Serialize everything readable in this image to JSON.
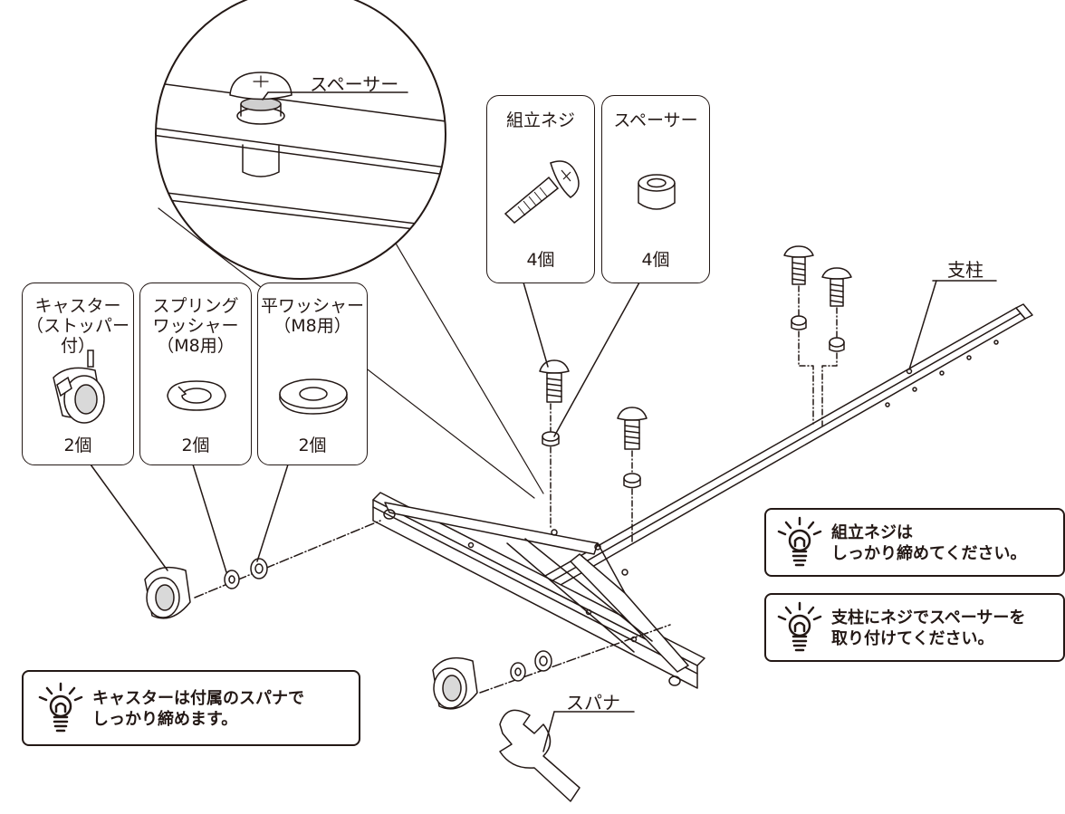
{
  "parts_top": [
    {
      "name": "組立ネジ",
      "qty": "4個",
      "icon": "screw-icon"
    },
    {
      "name": "スペーサー",
      "qty": "4個",
      "icon": "spacer-icon"
    }
  ],
  "parts_left": [
    {
      "name": "キャスター\n（ストッパー付）",
      "qty": "2個",
      "icon": "caster-icon"
    },
    {
      "name": "スプリング\nワッシャー\n（M8用）",
      "qty": "2個",
      "icon": "spring-washer-icon"
    },
    {
      "name": "平ワッシャー\n（M8用）",
      "qty": "2個",
      "icon": "flat-washer-icon"
    }
  ],
  "labels": {
    "spacer_detail": "スペーサー",
    "pillar": "支柱",
    "wrench": "スパナ"
  },
  "tips": {
    "screws": "組立ネジは\nしっかり締めてください。",
    "spacers": "支柱にネジでスペーサーを\n取り付けてください。",
    "casters": "キャスターは付属のスパナで\nしっかり締めます。"
  },
  "icons": {
    "tip": "lightbulb-icon"
  }
}
